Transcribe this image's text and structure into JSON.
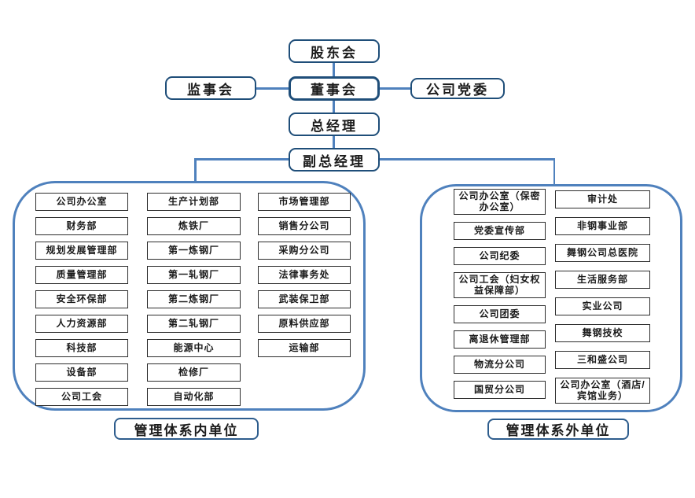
{
  "colors": {
    "connector_blue": "#4f81bd",
    "node_border_navy": "#1f4e79",
    "dept_border_dark": "#2d2d2d"
  },
  "hierarchy": {
    "shareholders": "股东会",
    "supervisory_board": "监事会",
    "board_of_directors": "董事会",
    "party_committee": "公司党委",
    "general_manager": "总经理",
    "deputy_general_manager": "副总经理"
  },
  "left_group": {
    "label": "管理体系内单位",
    "columns": [
      [
        "公司办公室",
        "财务部",
        "规划发展管理部",
        "质量管理部",
        "安全环保部",
        "人力资源部",
        "科技部",
        "设备部",
        "公司工会"
      ],
      [
        "生产计划部",
        "炼铁厂",
        "第一炼钢厂",
        "第一轧钢厂",
        "第二炼钢厂",
        "第二轧钢厂",
        "能源中心",
        "检修厂",
        "自动化部"
      ],
      [
        "市场管理部",
        "销售分公司",
        "采购分公司",
        "法律事务处",
        "武装保卫部",
        "原料供应部",
        "运输部"
      ]
    ]
  },
  "right_group": {
    "label": "管理体系外单位",
    "columns": [
      [
        "公司办公室（保密办公室）",
        "党委宣传部",
        "公司纪委",
        "公司工会（妇女权益保障部）",
        "公司团委",
        "离退休管理部",
        "物流分公司",
        "国贸分公司"
      ],
      [
        "审计处",
        "非钢事业部",
        "舞钢公司总医院",
        "生活服务部",
        "实业公司",
        "舞钢技校",
        "三和盛公司",
        "公司办公室（酒店/宾馆业务）"
      ]
    ]
  }
}
